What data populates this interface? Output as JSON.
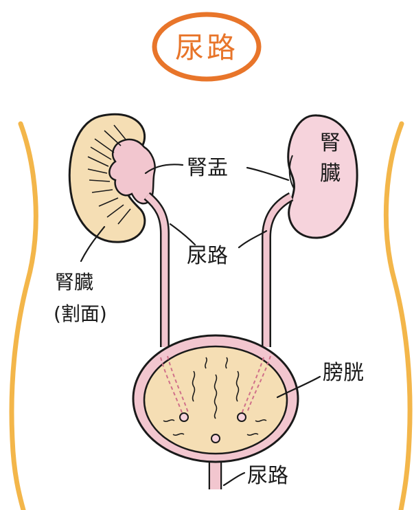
{
  "title": "尿路",
  "labels": {
    "renal_pelvis": "腎盂",
    "kidney_right": "腎臓",
    "kidney_left": "腎臓",
    "kidney_left_note": "(割面)",
    "ureter": "尿路",
    "bladder": "膀胱",
    "urethra": "尿路"
  },
  "colors": {
    "title_ring": "#e8752a",
    "body_outline": "#f3b64a",
    "kidney_section_fill": "#f5deb4",
    "kidney_right_fill": "#f6d3dc",
    "tube_fill": "#f2c6cf",
    "bladder_fill": "#f5deb4",
    "ink": "#1a1a1a"
  },
  "icons": [
    "kidney-section-icon",
    "kidney-icon",
    "bladder-icon"
  ]
}
